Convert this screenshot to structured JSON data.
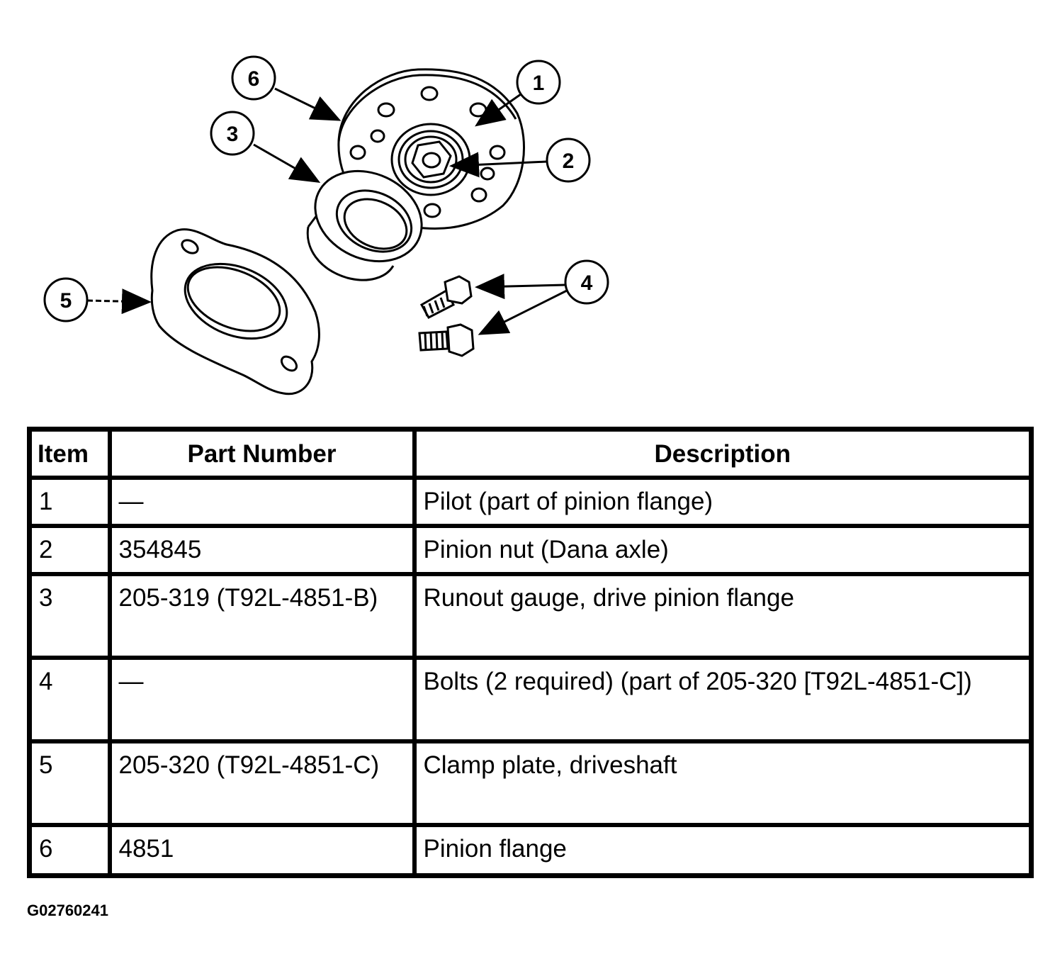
{
  "diagram": {
    "callouts": [
      "1",
      "2",
      "3",
      "4",
      "5",
      "6"
    ]
  },
  "table": {
    "headers": [
      "Item",
      "Part Number",
      "Description"
    ],
    "rows": [
      {
        "item": "1",
        "part_number": "—",
        "description": "Pilot (part of pinion flange)"
      },
      {
        "item": "2",
        "part_number": "354845",
        "description": "Pinion nut (Dana axle)"
      },
      {
        "item": "3",
        "part_number": "205-319 (T92L-4851-B)",
        "description": "Runout gauge, drive pinion flange"
      },
      {
        "item": "4",
        "part_number": "—",
        "description": "Bolts (2 required) (part of 205-320 [T92L-4851-C])"
      },
      {
        "item": "5",
        "part_number": "205-320 (T92L-4851-C)",
        "description": "Clamp plate, driveshaft"
      },
      {
        "item": "6",
        "part_number": "4851",
        "description": "Pinion flange"
      }
    ]
  },
  "figure_id": "G02760241"
}
